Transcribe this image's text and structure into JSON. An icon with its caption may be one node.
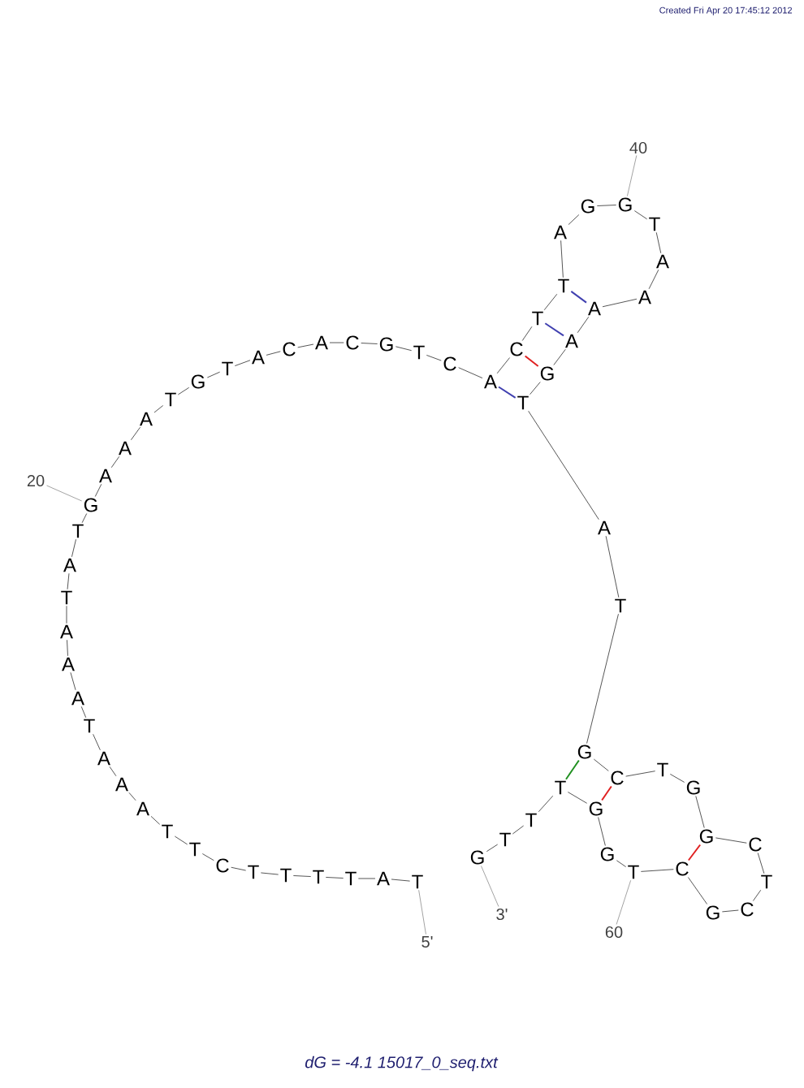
{
  "diagram": {
    "caption": "dG = -4.1 15017_0_seq.txt",
    "nodes": [
      {
        "text": [
          "T"
        ]
      },
      {
        "text": [
          "A"
        ]
      },
      {
        "text": [
          "T"
        ]
      },
      {
        "text": [
          "T"
        ]
      },
      {
        "text": [
          "T"
        ]
      },
      {
        "text": [
          "T"
        ]
      },
      {
        "text": [
          "C"
        ]
      },
      {
        "text": [
          "T"
        ]
      },
      {
        "text": [
          "T"
        ]
      },
      {
        "text": [
          "A"
        ]
      },
      {
        "text": [
          "A"
        ]
      },
      {
        "text": [
          "A"
        ]
      },
      {
        "text": [
          "T"
        ]
      },
      {
        "text": [
          "A"
        ]
      },
      {
        "text": [
          "A"
        ]
      },
      {
        "text": [
          "A"
        ]
      },
      {
        "text": [
          "T"
        ]
      },
      {
        "text": [
          "A"
        ]
      },
      {
        "text": [
          "T"
        ]
      },
      {
        "text": [
          "G"
        ]
      },
      {
        "text": [
          "A"
        ]
      },
      {
        "text": [
          "A"
        ]
      },
      {
        "text": [
          "A"
        ]
      },
      {
        "text": [
          "T"
        ]
      },
      {
        "text": [
          "G"
        ]
      },
      {
        "text": [
          "T"
        ]
      },
      {
        "text": [
          "A"
        ]
      },
      {
        "text": [
          "C"
        ]
      },
      {
        "text": [
          "A"
        ]
      },
      {
        "text": [
          "C"
        ]
      },
      {
        "text": [
          "G"
        ]
      },
      {
        "text": [
          "T"
        ]
      },
      {
        "text": [
          "C"
        ]
      },
      {
        "text": [
          "A"
        ]
      },
      {
        "text": [
          "C"
        ]
      },
      {
        "text": [
          "T"
        ]
      },
      {
        "text": [
          "T"
        ]
      },
      {
        "text": [
          "A"
        ]
      },
      {
        "text": [
          "G"
        ]
      },
      {
        "text": [
          "G"
        ]
      },
      {
        "text": [
          "T"
        ]
      },
      {
        "text": [
          "A"
        ]
      },
      {
        "text": [
          "A"
        ]
      },
      {
        "text": [
          "A"
        ]
      },
      {
        "text": [
          "A"
        ]
      },
      {
        "text": [
          "G"
        ]
      },
      {
        "text": [
          "T"
        ]
      },
      {
        "text": [
          "A"
        ]
      },
      {
        "text": [
          "T"
        ]
      },
      {
        "text": [
          "G"
        ]
      },
      {
        "text": [
          "C"
        ]
      },
      {
        "text": [
          "T"
        ]
      },
      {
        "text": [
          "G"
        ]
      },
      {
        "text": [
          "G"
        ]
      },
      {
        "text": [
          "C"
        ]
      },
      {
        "text": [
          "T"
        ]
      },
      {
        "text": [
          "C"
        ]
      },
      {
        "text": [
          "G"
        ]
      },
      {
        "text": [
          "C"
        ]
      },
      {
        "text": [
          "T"
        ]
      },
      {
        "text": [
          "G"
        ]
      },
      {
        "text": [
          "G"
        ]
      },
      {
        "text": [
          "T"
        ]
      },
      {
        "text": [
          "T"
        ]
      },
      {
        "text": [
          "T"
        ]
      },
      {
        "text": [
          "G"
        ]
      },
      {
        "text": [
          "5'"
        ]
      },
      {
        "text": [
          "20"
        ]
      },
      {
        "text": [
          "40"
        ]
      },
      {
        "text": [
          "60"
        ]
      },
      {
        "text": [
          "3'"
        ]
      }
    ],
    "edges": [
      {
        "from": 0,
        "to": 1,
        "arrow": "none"
      },
      {
        "from": 1,
        "to": 2,
        "arrow": "none"
      },
      {
        "from": 2,
        "to": 3,
        "arrow": "none"
      },
      {
        "from": 3,
        "to": 4,
        "arrow": "none"
      },
      {
        "from": 4,
        "to": 5,
        "arrow": "none"
      },
      {
        "from": 5,
        "to": 6,
        "arrow": "none"
      },
      {
        "from": 6,
        "to": 7,
        "arrow": "none"
      },
      {
        "from": 7,
        "to": 8,
        "arrow": "none"
      },
      {
        "from": 8,
        "to": 9,
        "arrow": "none"
      },
      {
        "from": 9,
        "to": 10,
        "arrow": "none"
      },
      {
        "from": 10,
        "to": 11,
        "arrow": "none"
      },
      {
        "from": 11,
        "to": 12,
        "arrow": "none"
      },
      {
        "from": 12,
        "to": 13,
        "arrow": "none"
      },
      {
        "from": 13,
        "to": 14,
        "arrow": "none"
      },
      {
        "from": 14,
        "to": 15,
        "arrow": "none"
      },
      {
        "from": 15,
        "to": 16,
        "arrow": "none"
      },
      {
        "from": 16,
        "to": 17,
        "arrow": "none"
      },
      {
        "from": 17,
        "to": 18,
        "arrow": "none"
      },
      {
        "from": 18,
        "to": 19,
        "arrow": "none"
      },
      {
        "from": 19,
        "to": 20,
        "arrow": "none"
      },
      {
        "from": 20,
        "to": 21,
        "arrow": "none"
      },
      {
        "from": 21,
        "to": 22,
        "arrow": "none"
      },
      {
        "from": 22,
        "to": 23,
        "arrow": "none"
      },
      {
        "from": 23,
        "to": 24,
        "arrow": "none"
      },
      {
        "from": 24,
        "to": 25,
        "arrow": "none"
      },
      {
        "from": 25,
        "to": 26,
        "arrow": "none"
      },
      {
        "from": 26,
        "to": 27,
        "arrow": "none"
      },
      {
        "from": 27,
        "to": 28,
        "arrow": "none"
      },
      {
        "from": 28,
        "to": 29,
        "arrow": "none"
      },
      {
        "from": 29,
        "to": 30,
        "arrow": "none"
      },
      {
        "from": 30,
        "to": 31,
        "arrow": "none"
      },
      {
        "from": 31,
        "to": 32,
        "arrow": "none"
      },
      {
        "from": 32,
        "to": 33,
        "arrow": "none"
      },
      {
        "from": 33,
        "to": 34,
        "arrow": "none"
      },
      {
        "from": 34,
        "to": 35,
        "arrow": "none"
      },
      {
        "from": 35,
        "to": 36,
        "arrow": "none"
      },
      {
        "from": 36,
        "to": 37,
        "arrow": "none"
      },
      {
        "from": 37,
        "to": 38,
        "arrow": "none"
      },
      {
        "from": 38,
        "to": 39,
        "arrow": "none"
      },
      {
        "from": 39,
        "to": 40,
        "arrow": "none"
      },
      {
        "from": 40,
        "to": 41,
        "arrow": "none"
      },
      {
        "from": 41,
        "to": 42,
        "arrow": "none"
      },
      {
        "from": 42,
        "to": 43,
        "arrow": "none"
      },
      {
        "from": 43,
        "to": 44,
        "arrow": "none"
      },
      {
        "from": 44,
        "to": 45,
        "arrow": "none"
      },
      {
        "from": 45,
        "to": 46,
        "arrow": "none"
      },
      {
        "from": 46,
        "to": 47,
        "arrow": "none"
      },
      {
        "from": 47,
        "to": 48,
        "arrow": "none"
      },
      {
        "from": 48,
        "to": 49,
        "arrow": "none"
      },
      {
        "from": 49,
        "to": 50,
        "arrow": "none"
      },
      {
        "from": 50,
        "to": 51,
        "arrow": "none"
      },
      {
        "from": 51,
        "to": 52,
        "arrow": "none"
      },
      {
        "from": 52,
        "to": 53,
        "arrow": "none"
      },
      {
        "from": 53,
        "to": 54,
        "arrow": "none"
      },
      {
        "from": 54,
        "to": 55,
        "arrow": "none"
      },
      {
        "from": 55,
        "to": 56,
        "arrow": "none"
      },
      {
        "from": 56,
        "to": 57,
        "arrow": "none"
      },
      {
        "from": 57,
        "to": 58,
        "arrow": "none"
      },
      {
        "from": 58,
        "to": 59,
        "arrow": "none"
      },
      {
        "from": 59,
        "to": 60,
        "arrow": "none"
      },
      {
        "from": 60,
        "to": 61,
        "arrow": "none"
      },
      {
        "from": 61,
        "to": 62,
        "arrow": "none"
      },
      {
        "from": 62,
        "to": 63,
        "arrow": "none"
      },
      {
        "from": 63,
        "to": 64,
        "arrow": "none"
      },
      {
        "from": 64,
        "to": 65,
        "arrow": "none"
      },
      {
        "from": 33,
        "to": 46,
        "arrow": "none",
        "color": "#4040b0"
      },
      {
        "from": 34,
        "to": 45,
        "arrow": "none",
        "color": "#e02020"
      },
      {
        "from": 35,
        "to": 44,
        "arrow": "none",
        "color": "#4040b0"
      },
      {
        "from": 36,
        "to": 43,
        "arrow": "none",
        "color": "#4040b0"
      },
      {
        "from": 49,
        "to": 62,
        "arrow": "none",
        "color": "#209020"
      },
      {
        "from": 50,
        "to": 61,
        "arrow": "none",
        "color": "#e02020"
      },
      {
        "from": 53,
        "to": 58,
        "arrow": "none",
        "color": "#e02020"
      },
      {
        "from": 66,
        "to": 0,
        "arrow": "none",
        "color": "#999999"
      },
      {
        "from": 67,
        "to": 19,
        "arrow": "none",
        "color": "#999999"
      },
      {
        "from": 68,
        "to": 39,
        "arrow": "none",
        "color": "#999999"
      },
      {
        "from": 69,
        "to": 59,
        "arrow": "none",
        "color": "#999999"
      },
      {
        "from": 70,
        "to": 65,
        "arrow": "none",
        "color": "#999999"
      }
    ],
    "labels": [
      "Created Fri Apr 20 17:45:12 2012"
    ]
  }
}
